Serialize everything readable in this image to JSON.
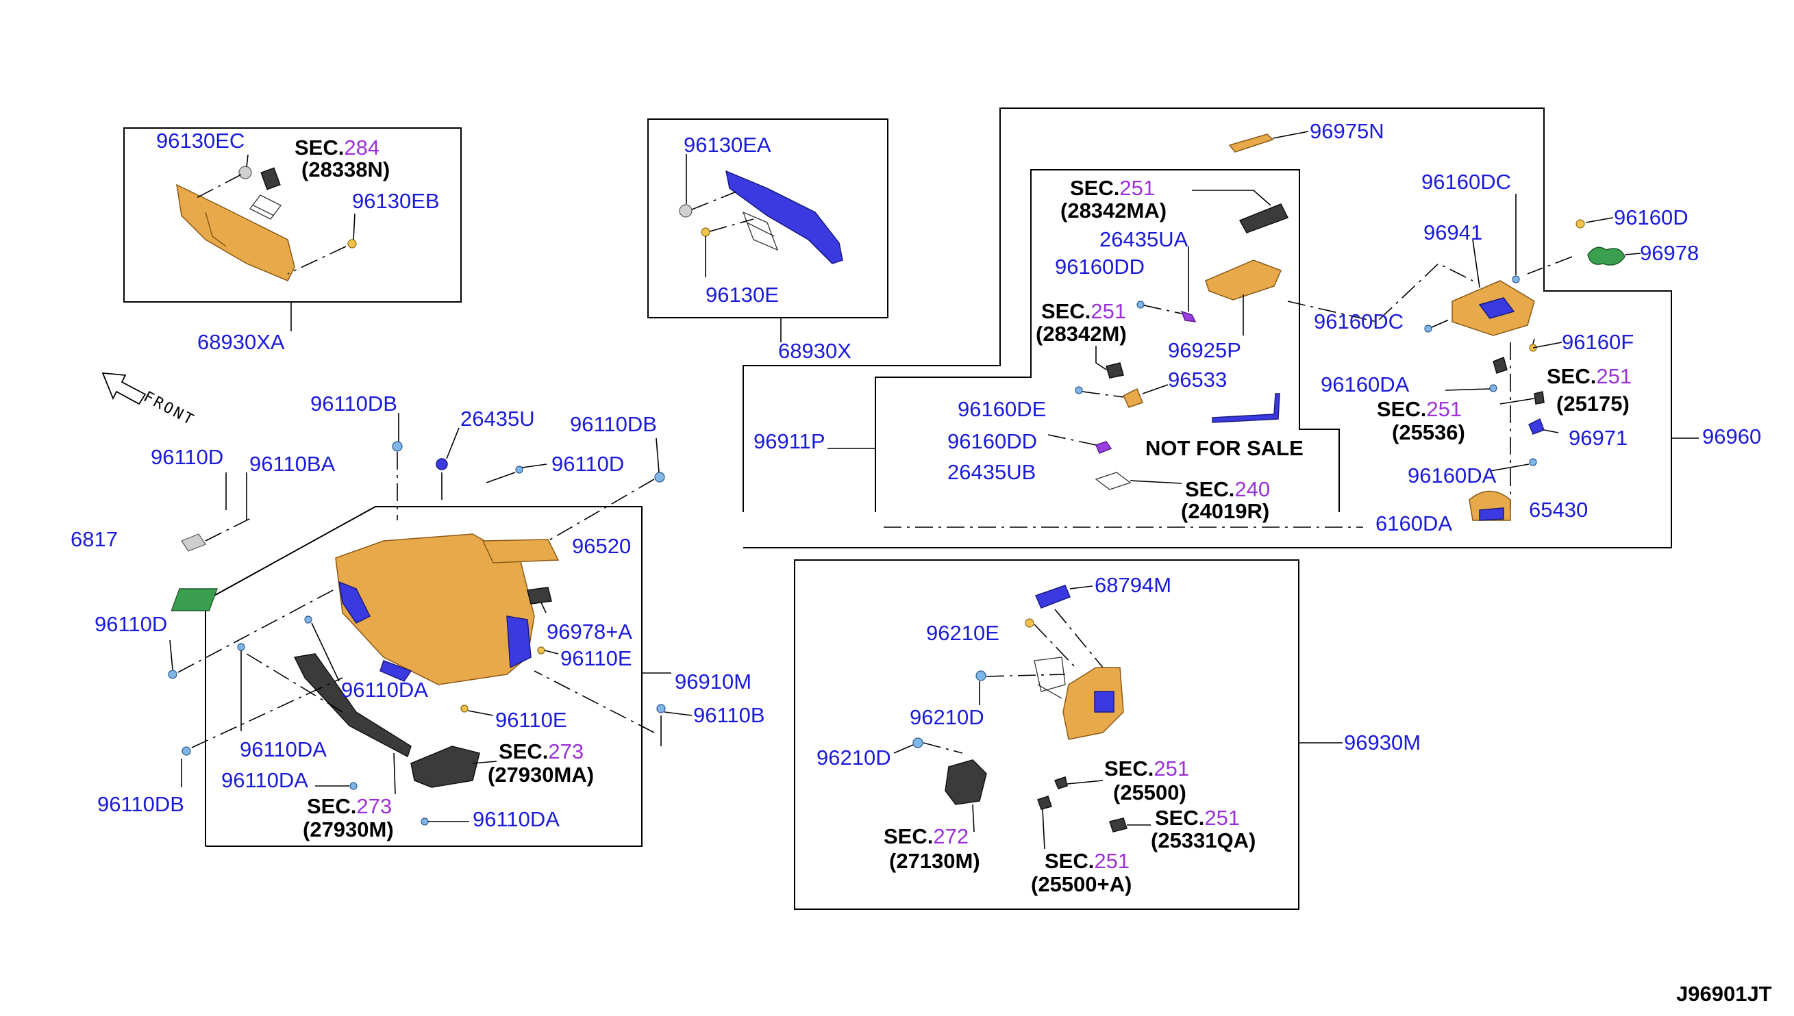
{
  "diagram": {
    "identifier": "J96901JT",
    "front_label": "FRONT",
    "note": "NOT FOR SALE",
    "sec_prefix": "SEC.",
    "colors": {
      "part_number": "#1a1adb",
      "section_number": "#9b30d9",
      "orange_part": "#e8a94a",
      "blue_part": "#3a3ae0",
      "green_part": "#3aa050"
    },
    "part_numbers": {
      "p96130EC": "96130EC",
      "p96130EB": "96130EB",
      "p68930XA": "68930XA",
      "p96130EA": "96130EA",
      "p96130E": "96130E",
      "p68930X": "68930X",
      "p96975N": "96975N",
      "p26435UA": "26435UA",
      "p96160DD_a": "96160DD",
      "p96925P": "96925P",
      "p96533": "96533",
      "p96160DE": "96160DE",
      "p96160DD_b": "96160DD",
      "p26435UB": "26435UB",
      "p96911P": "96911P",
      "p96160DC_a": "96160DC",
      "p96941": "96941",
      "p96160D": "96160D",
      "p96978": "96978",
      "p96160DC_b": "96160DC",
      "p96160F": "96160F",
      "p96160DA_a": "96160DA",
      "p96971": "96971",
      "p96160DA_b": "96160DA",
      "p96960": "96960",
      "p6543": "65430",
      "p6160DA": "6160DA",
      "p96110DB_a": "96110DB",
      "p26435U": "26435U",
      "p96110DB_b": "96110DB",
      "p96110D_a": "96110D",
      "p96110BA": "96110BA",
      "p96110D_b": "96110D",
      "p6817": "6817",
      "p96520": "96520",
      "p96110D_c": "96110D",
      "p96978A": "96978+A",
      "p96110E_a": "96110E",
      "p96910M": "96910M",
      "p96110DA_a": "96110DA",
      "p96110E_b": "96110E",
      "p96110B": "96110B",
      "p96110DA_b": "96110DA",
      "p96110DA_c": "96110DA",
      "p96110DB_c": "96110DB",
      "p96110DA_d": "96110DA",
      "p68794M": "68794M",
      "p96210E": "96210E",
      "p96210D_a": "96210D",
      "p96930M": "96930M",
      "p96210D_b": "96210D"
    },
    "sections": {
      "s284": {
        "num": "284",
        "ref": "(28338N)"
      },
      "s251_ma": {
        "num": "251",
        "ref": "(28342MA)"
      },
      "s251_m": {
        "num": "251",
        "ref": "(28342M)"
      },
      "s240": {
        "num": "240",
        "ref": "(24019R)"
      },
      "s251_25175": {
        "num": "251",
        "ref": "(25175)"
      },
      "s251_25536": {
        "num": "251",
        "ref": "(25536)"
      },
      "s273_ma": {
        "num": "273",
        "ref": "(27930MA)"
      },
      "s273_m": {
        "num": "273",
        "ref": "(27930M)"
      },
      "s251_25500": {
        "num": "251",
        "ref": "(25500)"
      },
      "s251_25331qa": {
        "num": "251",
        "ref": "(25331QA)"
      },
      "s272": {
        "num": "272",
        "ref": "(27130M)"
      },
      "s251_25500a": {
        "num": "251",
        "ref": "(25500+A)"
      }
    }
  }
}
